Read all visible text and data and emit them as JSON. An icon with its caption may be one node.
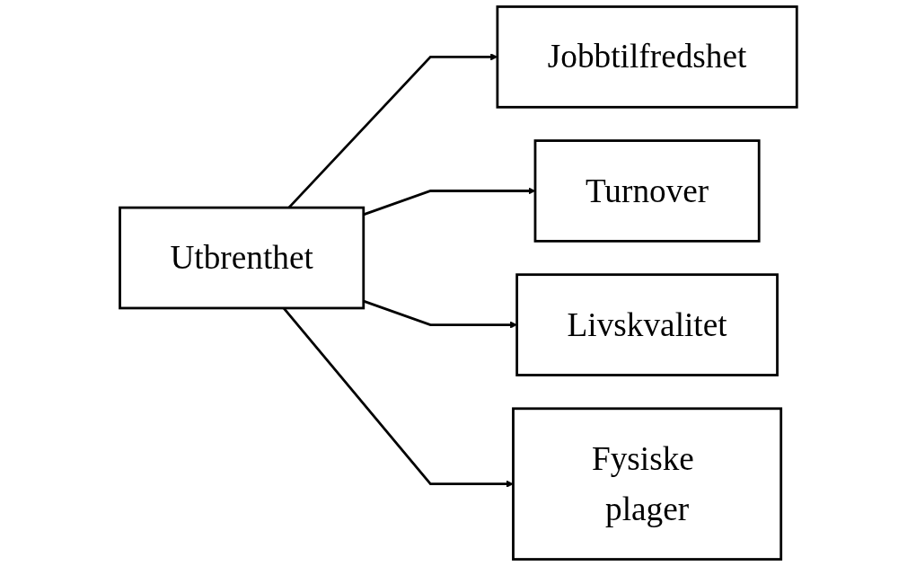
{
  "diagram": {
    "nodes": [
      {
        "text": [
          "Utbrenthet"
        ]
      },
      {
        "text": [
          "Jobbtilfredshet"
        ]
      },
      {
        "text": [
          "Turnover"
        ]
      },
      {
        "text": [
          "Livskvalitet"
        ]
      },
      {
        "text": [
          "Fysiske plager"
        ]
      }
    ],
    "edges": [
      {
        "from": 0,
        "to": 1,
        "arrow": "to"
      },
      {
        "from": 0,
        "to": 2,
        "arrow": "to"
      },
      {
        "from": 0,
        "to": 3,
        "arrow": "to"
      },
      {
        "from": 0,
        "to": 4,
        "arrow": "to"
      }
    ]
  }
}
